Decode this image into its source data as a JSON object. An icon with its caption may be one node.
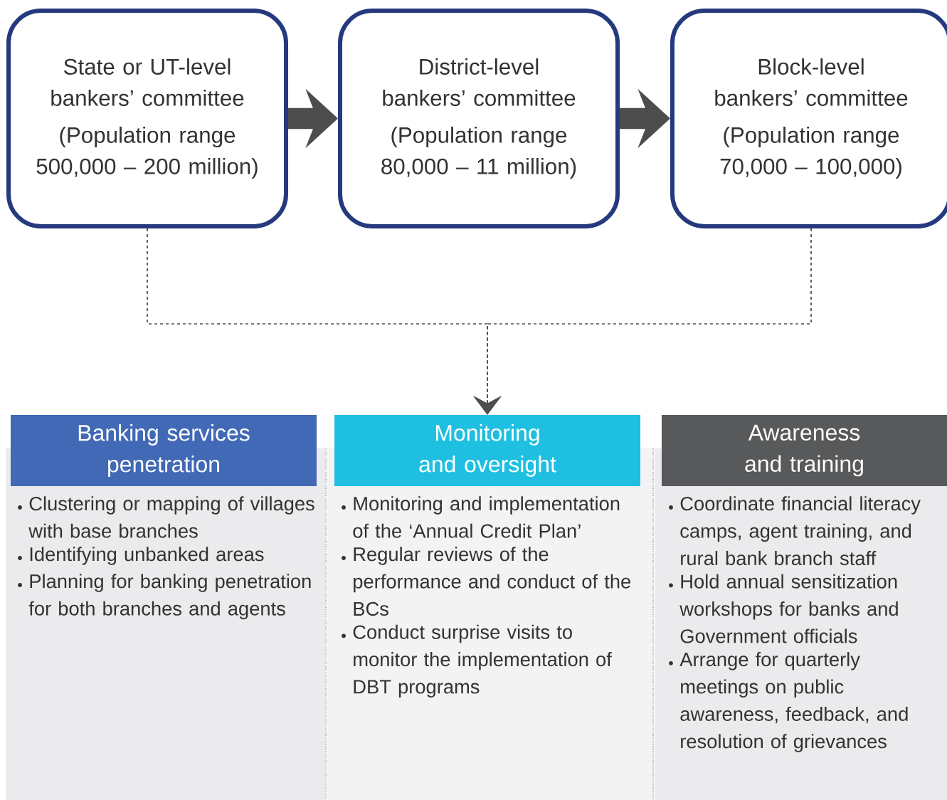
{
  "diagram": {
    "nodes": [
      {
        "text": [
          "State or UT-level bankers’ committee",
          "(Population range 500,000 – 200 million)"
        ]
      },
      {
        "text": [
          "District-level bankers’ committee",
          "(Population range 80,000 – 11 million)"
        ]
      },
      {
        "text": [
          "Block-level bankers’ committee",
          "(Population range 70,000 – 100,000)"
        ]
      },
      {
        "text": [
          "Banking services penetration",
          "Clustering or mapping of villages with base branches",
          "Identifying unbanked areas",
          "Planning for banking penetration for both branches and agents"
        ]
      },
      {
        "text": [
          "Monitoring and oversight",
          "Monitoring and implementation of the ‘Annual Credit Plan’",
          "Regular reviews of the performance and conduct of the BCs",
          "Conduct surprise visits to monitor the implementation of DBT programs"
        ]
      },
      {
        "text": [
          "Awareness and training",
          "Coordinate financial literacy camps, agent training, and rural bank branch staff",
          "Hold annual sensitization workshops for banks and Government officials",
          "Arrange for quarterly meetings on public awareness, feedback, and resolution of grievances"
        ]
      }
    ],
    "edges": [
      {
        "from": 0,
        "to": 1,
        "arrow": "to",
        "style": "thick"
      },
      {
        "from": 1,
        "to": 2,
        "arrow": "to",
        "style": "thick"
      },
      {
        "from": 0,
        "to": 4,
        "arrow": "to",
        "style": "dashed"
      },
      {
        "from": 2,
        "to": 4,
        "arrow": "to",
        "style": "dashed"
      }
    ]
  }
}
